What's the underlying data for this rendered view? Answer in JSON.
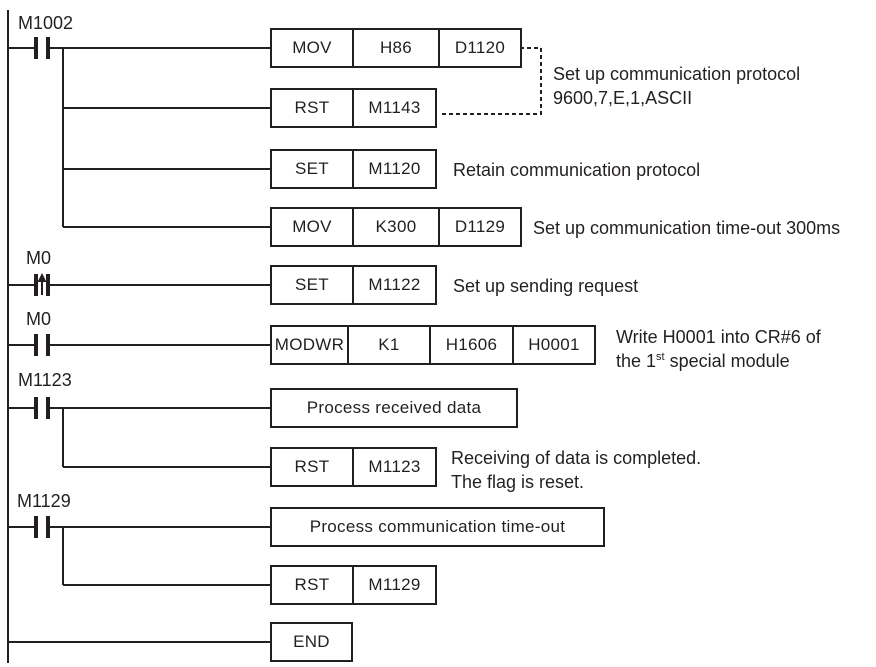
{
  "colors": {
    "line": "#231f20",
    "background": "#ffffff"
  },
  "contacts": [
    {
      "label": "M1002",
      "type": "normally-open"
    },
    {
      "label": "M0",
      "type": "rising-edge"
    },
    {
      "label": "M0",
      "type": "normally-open"
    },
    {
      "label": "M1123",
      "type": "normally-open"
    },
    {
      "label": "M1129",
      "type": "normally-open"
    }
  ],
  "rungs": [
    {
      "cells": [
        "MOV",
        "H86",
        "D1120"
      ]
    },
    {
      "cells": [
        "RST",
        "M1143"
      ]
    },
    {
      "cells": [
        "SET",
        "M1120"
      ]
    },
    {
      "cells": [
        "MOV",
        "K300",
        "D1129"
      ]
    },
    {
      "cells": [
        "SET",
        "M1122"
      ]
    },
    {
      "cells": [
        "MODWR",
        "K1",
        "H1606",
        "H0001"
      ]
    },
    {
      "cells": [
        "Process received data"
      ]
    },
    {
      "cells": [
        "RST",
        "M1123"
      ]
    },
    {
      "cells": [
        "Process communication time-out"
      ]
    },
    {
      "cells": [
        "RST",
        "M1129"
      ]
    },
    {
      "cells": [
        "END"
      ]
    }
  ],
  "comments": {
    "protocol": {
      "line1": "Set up communication protocol",
      "line2": "9600,7,E,1,ASCII"
    },
    "retain": "Retain communication protocol",
    "timeout": "Set up communication time-out 300ms",
    "sending": "Set up sending request",
    "modwr": {
      "line1": "Write H0001 into CR#6 of",
      "line2_pre": "the 1",
      "line2_sup": "st",
      "line2_post": " special module"
    },
    "receiving": {
      "line1": "Receiving of data is completed.",
      "line2": "The flag is reset."
    }
  }
}
